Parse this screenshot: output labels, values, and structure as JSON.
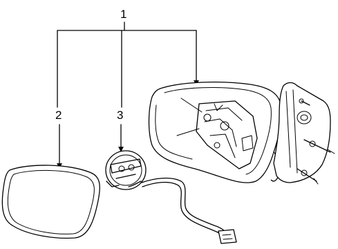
{
  "diagram": {
    "callouts": [
      {
        "number": "1"
      },
      {
        "number": "2"
      },
      {
        "number": "3"
      }
    ]
  }
}
